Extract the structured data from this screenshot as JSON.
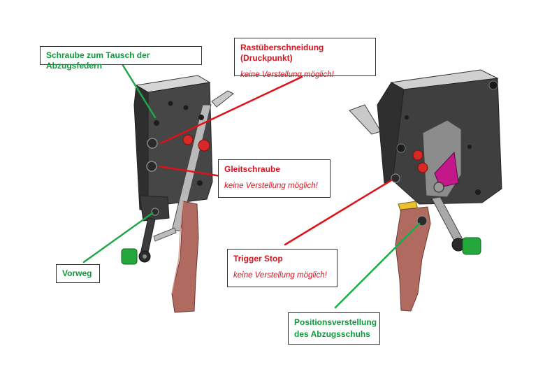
{
  "labels": {
    "feder": {
      "title": "Schraube zum Tausch der Abzugsfedern"
    },
    "rast": {
      "title": "Rastüberschneidung (Druckpunkt)",
      "note": "keine Verstellung möglich!"
    },
    "gleit": {
      "title": "Gleitschraube",
      "note": "keine Verstellung möglich!"
    },
    "vorweg": {
      "title": "Vorweg"
    },
    "stop": {
      "title": "Trigger Stop",
      "note": "keine Verstellung möglich!"
    },
    "pos": {
      "title_line1": "Positionsverstellung",
      "title_line2": "des Abzugsschuhs"
    }
  },
  "colors": {
    "green_callout": "#1fa84a",
    "red_callout": "#e01018",
    "housing": "#3a3a3a",
    "housing_light": "#5e5e5e",
    "blade_steel": "#9a9a9a",
    "trigger_shoe": "#b06a60",
    "knob": "#24a83c",
    "screw_head": "#d82828",
    "magenta_part": "#c2188a",
    "brass": "#e8c030"
  },
  "icons": [
    "screw-icon",
    "knob-icon"
  ]
}
